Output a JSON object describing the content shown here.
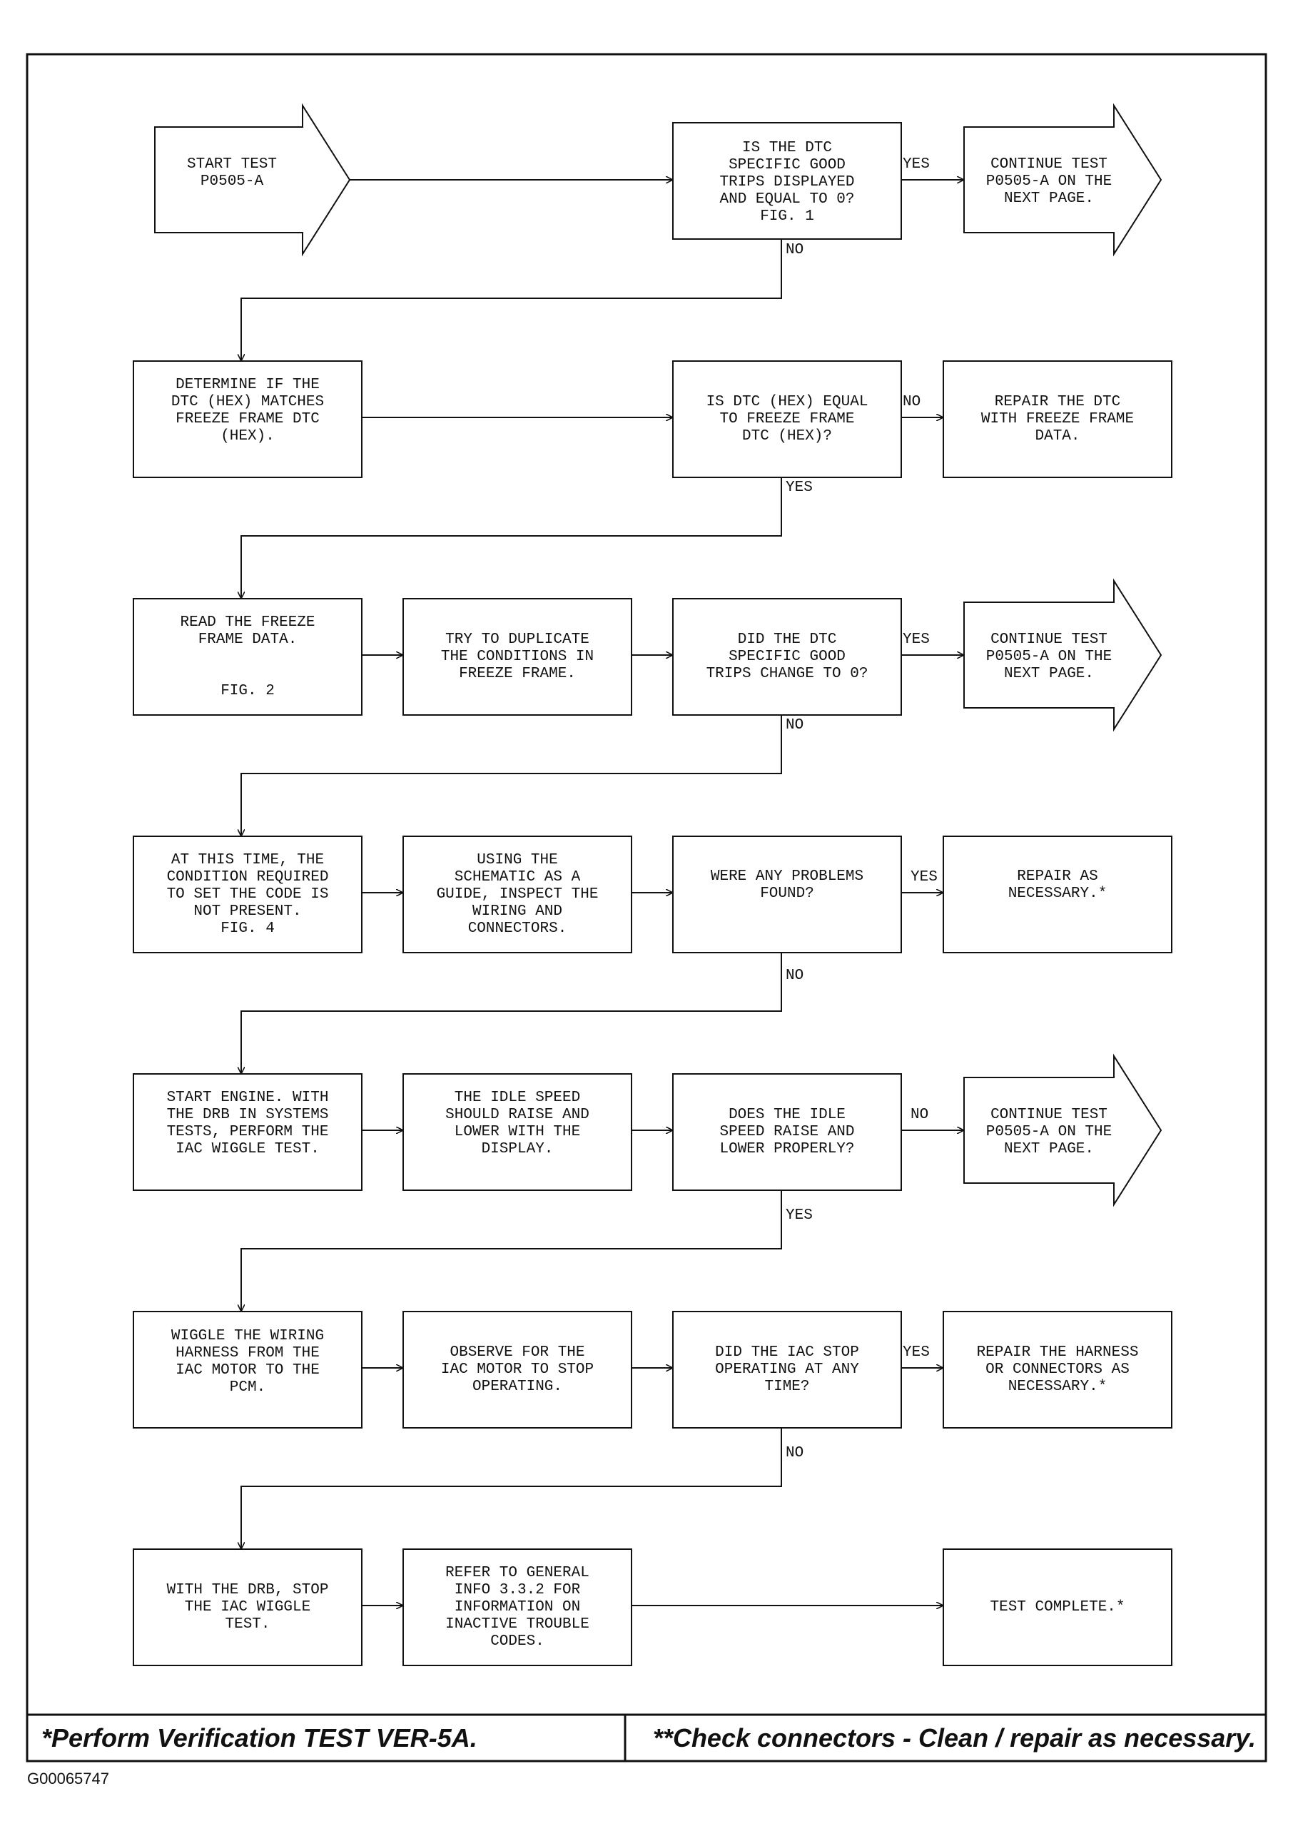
{
  "nodes": {
    "start": [
      "START TEST",
      "P0505-A"
    ],
    "q1": [
      "IS THE DTC",
      "SPECIFIC GOOD",
      "TRIPS DISPLAYED",
      "AND EQUAL TO 0?",
      "FIG. 1"
    ],
    "cont1": [
      "CONTINUE TEST",
      "P0505-A ON THE",
      "NEXT PAGE."
    ],
    "det_hex": [
      "DETERMINE IF THE",
      "DTC (HEX) MATCHES",
      "FREEZE FRAME DTC",
      "(HEX)."
    ],
    "q2": [
      "IS DTC (HEX) EQUAL",
      "TO FREEZE FRAME",
      "DTC (HEX)?"
    ],
    "repair_ff": [
      "REPAIR THE DTC",
      "WITH FREEZE FRAME",
      "DATA."
    ],
    "read_ff": [
      "READ THE FREEZE",
      "FRAME DATA.",
      "",
      "",
      "FIG. 2"
    ],
    "dup": [
      "TRY TO DUPLICATE",
      "THE CONDITIONS IN",
      "FREEZE FRAME."
    ],
    "q3": [
      "DID THE DTC",
      "SPECIFIC GOOD",
      "TRIPS CHANGE TO 0?"
    ],
    "cont2": [
      "CONTINUE TEST",
      "P0505-A ON THE",
      "NEXT PAGE."
    ],
    "at_time": [
      "AT THIS TIME, THE",
      "CONDITION REQUIRED",
      "TO SET THE CODE IS",
      "NOT PRESENT.",
      "FIG. 4"
    ],
    "schem": [
      "USING THE",
      "SCHEMATIC AS A",
      "GUIDE, INSPECT THE",
      "WIRING AND",
      "CONNECTORS."
    ],
    "q4": [
      "WERE ANY PROBLEMS",
      "FOUND?"
    ],
    "repair_nec": [
      "REPAIR AS",
      "NECESSARY.*"
    ],
    "start_eng": [
      "START ENGINE. WITH",
      "THE DRB IN SYSTEMS",
      "TESTS, PERFORM THE",
      "IAC WIGGLE TEST."
    ],
    "idle": [
      "THE IDLE SPEED",
      "SHOULD RAISE AND",
      "LOWER WITH THE",
      "DISPLAY."
    ],
    "q5": [
      "DOES THE IDLE",
      "SPEED RAISE AND",
      "LOWER PROPERLY?"
    ],
    "cont3": [
      "CONTINUE TEST",
      "P0505-A ON THE",
      "NEXT PAGE."
    ],
    "wiggle": [
      "WIGGLE THE WIRING",
      "HARNESS FROM THE",
      "IAC MOTOR TO THE",
      "PCM."
    ],
    "observe": [
      "OBSERVE FOR THE",
      "IAC MOTOR TO STOP",
      "OPERATING."
    ],
    "q6": [
      "DID THE IAC STOP",
      "OPERATING AT ANY",
      "TIME?"
    ],
    "repair_harness": [
      "REPAIR THE HARNESS",
      "OR CONNECTORS AS",
      "NECESSARY.*"
    ],
    "stop_wiggle": [
      "WITH THE DRB, STOP",
      "THE IAC WIGGLE",
      "TEST."
    ],
    "refer": [
      "REFER TO GENERAL",
      "INFO 3.3.2 FOR",
      "INFORMATION ON",
      "INACTIVE TROUBLE",
      "CODES."
    ],
    "complete": [
      "TEST COMPLETE.*"
    ]
  },
  "edge_labels": {
    "q1_yes": "YES",
    "q1_no": "NO",
    "q2_no": "NO",
    "q2_yes": "YES",
    "q3_yes": "YES",
    "q3_no": "NO",
    "q4_yes": "YES",
    "q4_no": "NO",
    "q5_no": "NO",
    "q5_yes": "YES",
    "q6_yes": "YES",
    "q6_no": "NO"
  },
  "footer": {
    "left": "*Perform Verification TEST VER-5A.",
    "right": "**Check connectors - Clean / repair as necessary."
  },
  "figure_id": "G00065747"
}
